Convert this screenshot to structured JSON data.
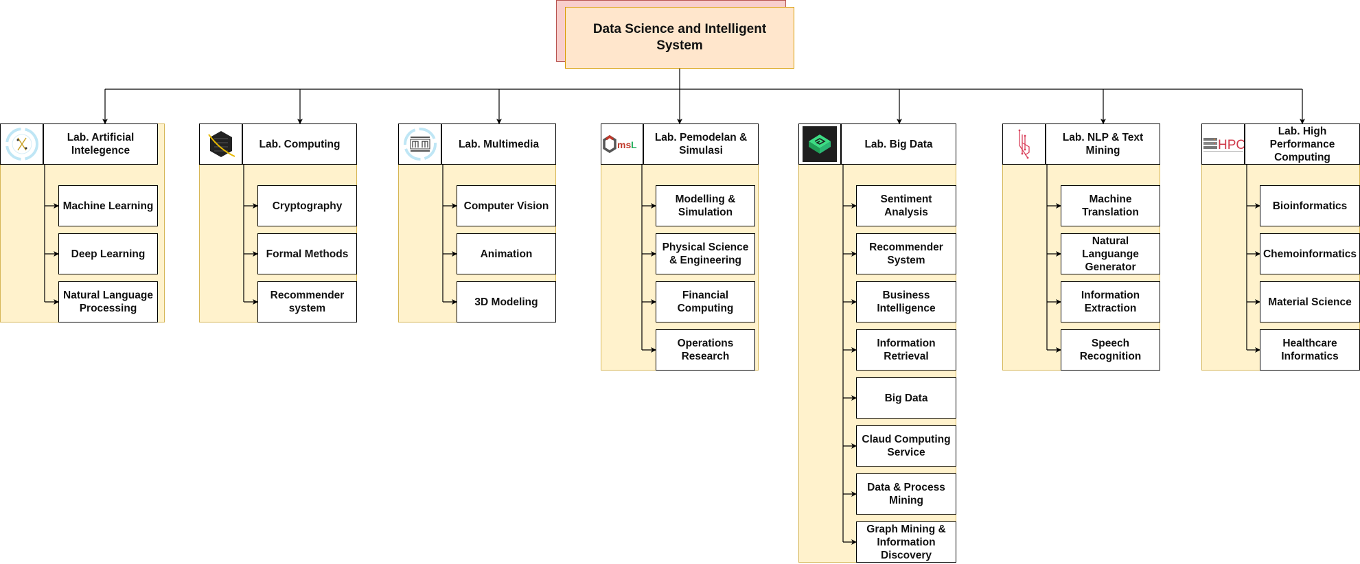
{
  "root": {
    "title": "Data Science and Intelligent System"
  },
  "labs": [
    {
      "id": "ai",
      "title": "Lab. Artificial Intelegence",
      "logo": "ai-lab-logo-icon",
      "items": [
        "Machine Learning",
        "Deep Learning",
        "Natural Language Processing"
      ]
    },
    {
      "id": "computing",
      "title": "Lab. Computing",
      "logo": "computing-lab-logo-icon",
      "items": [
        "Cryptography",
        "Formal Methods",
        "Recommender system"
      ]
    },
    {
      "id": "multimedia",
      "title": "Lab. Multimedia",
      "logo": "multimedia-lab-logo-icon",
      "items": [
        "Computer Vision",
        "Animation",
        "3D Modeling"
      ]
    },
    {
      "id": "pemodelan",
      "title": "Lab. Pemodelan & Simulasi",
      "logo": "msl-logo-icon",
      "items": [
        "Modelling & Simulation",
        "Physical Science & Engineering",
        "Financial Computing",
        "Operations Research"
      ]
    },
    {
      "id": "bigdata",
      "title": "Lab. Big Data",
      "logo": "big-data-lab-logo-icon",
      "items": [
        "Sentiment Analysis",
        "Recommender System",
        "Business Intelligence",
        "Information Retrieval",
        "Big Data",
        "Claud Computing Service",
        "Data & Process Mining",
        "Graph Mining & Information Discovery"
      ]
    },
    {
      "id": "nlp",
      "title": "Lab. NLP & Text Mining",
      "logo": "nlp-lab-logo-icon",
      "items": [
        "Machine Translation",
        "Natural Languange Generator",
        "Information Extraction",
        "Speech Recognition"
      ]
    },
    {
      "id": "hpc",
      "title": "Lab. High Performance Computing",
      "logo": "hpc-logo-icon",
      "logo_text": "HPC",
      "items": [
        "Bioinformatics",
        "Chemoinformatics",
        "Material Science",
        "Healthcare Informatics"
      ]
    }
  ],
  "colors": {
    "root_back_fill": "#f8cecc",
    "root_back_stroke": "#b85450",
    "root_front_fill": "#ffe6cc",
    "root_front_stroke": "#d79b00",
    "lane_fill": "#fff2cc",
    "lane_stroke": "#d6b656",
    "hpc_red": "#d03a4a",
    "nlp_red": "#d9405a",
    "bigdata_green": "#2fbf71"
  }
}
